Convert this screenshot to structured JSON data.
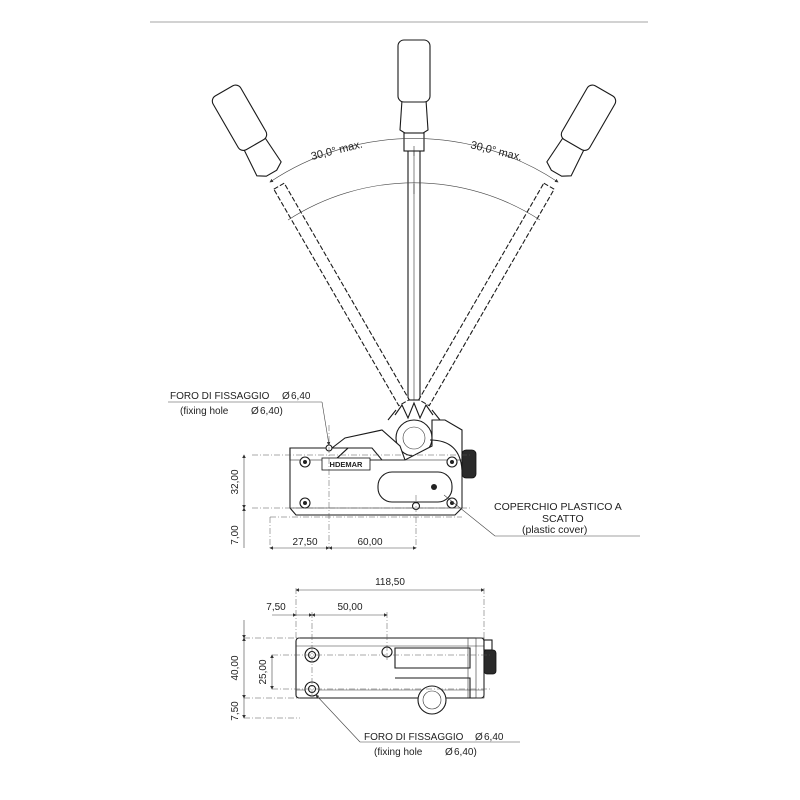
{
  "angles": {
    "left": "30,0° max.",
    "right": "30,0° max."
  },
  "brand": "HDEMAR",
  "side_view": {
    "hole_label": {
      "it": "FORO DI FISSAGGIO",
      "en": "(fixing hole",
      "dia_it": "6,40",
      "dia_en": "6,40)"
    },
    "cover_label": {
      "line1": "COPERCHIO PLASTICO A",
      "line2": "SCATTO",
      "line3": "(plastic cover)"
    },
    "dims": {
      "d32": "32,00",
      "d7": "7,00",
      "d27": "27,50",
      "d60": "60,00"
    }
  },
  "top_view": {
    "hole_label": {
      "it": "FORO DI FISSAGGIO",
      "en": "(fixing hole",
      "dia_it": "6,40",
      "dia_en": "6,40)"
    },
    "dims": {
      "d118": "118,50",
      "d7a": "7,50",
      "d50": "50,00",
      "d40": "40,00",
      "d25": "25,00",
      "d7b": "7,50"
    }
  },
  "symbols": {
    "diameter": "Ø"
  }
}
